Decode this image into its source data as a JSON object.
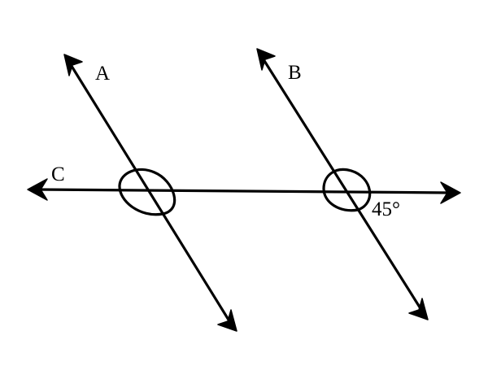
{
  "diagram": {
    "line_labels": {
      "a": "A",
      "b": "B",
      "c": "C"
    },
    "angle_label": "45°",
    "colors": {
      "stroke": "#000000",
      "background": "#ffffff"
    }
  }
}
